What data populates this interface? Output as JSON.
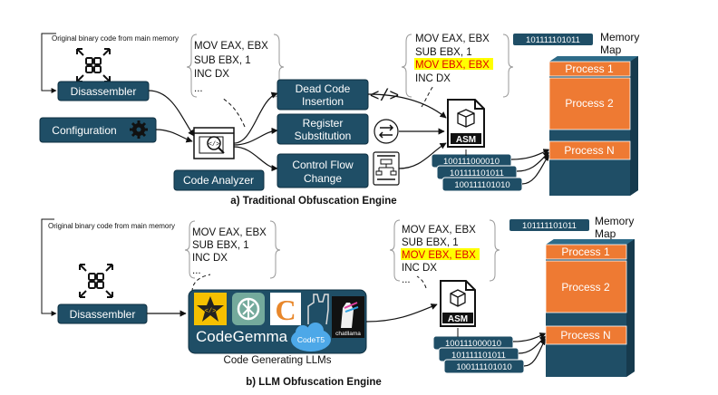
{
  "colors": {
    "box_blue": "#1f4e66",
    "process_orange": "#ee7a33",
    "highlight_yellow": "#ffff00",
    "highlight_red": "#e00000"
  },
  "top": {
    "memory_note": "Original binary code from main memory",
    "disassembler": "Disassembler",
    "configuration": "Configuration",
    "code_analyzer": "Code Analyzer",
    "dead_code": [
      "Dead Code",
      "Insertion"
    ],
    "register_sub": [
      "Register",
      "Substitution"
    ],
    "control_flow": [
      "Control Flow",
      "Change"
    ],
    "code_in": [
      "MOV EAX, EBX",
      "SUB EBX, 1",
      "INC DX",
      "..."
    ],
    "code_out": [
      "MOV EAX, EBX",
      "SUB EBX, 1",
      "MOV EBX, EBX",
      "INC DX"
    ],
    "binary_tag": "101111101011",
    "binaries": [
      "100111000010",
      "101111101011",
      "100111101010"
    ],
    "memory_map": [
      "Memory",
      "Map"
    ],
    "processes": [
      "Process 1",
      "Process 2",
      "Process N"
    ],
    "asm_label": "ASM",
    "caption": "a) Traditional Obfuscation Engine"
  },
  "bottom": {
    "memory_note": "Original binary code from main memory",
    "disassembler": "Disassembler",
    "code_in": [
      "MOV EAX, EBX",
      "SUB EBX, 1",
      "INC DX",
      "..."
    ],
    "code_out": [
      "MOV EAX, EBX",
      "SUB EBX, 1",
      "MOV EBX, EBX",
      "INC DX",
      "..."
    ],
    "llm_label": "Code Generating LLMs",
    "codegemma": "CodeGemma",
    "codet5": "CodeT5",
    "chatllama": "chatllama",
    "binary_tag": "101111101011",
    "binaries": [
      "100111000010",
      "101111101011",
      "100111101010"
    ],
    "memory_map": [
      "Memory",
      "Map"
    ],
    "processes": [
      "Process 1",
      "Process 2",
      "Process N"
    ],
    "asm_label": "ASM",
    "caption": "b) LLM Obfuscation Engine"
  }
}
